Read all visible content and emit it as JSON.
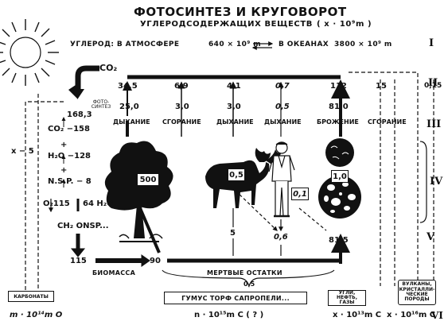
{
  "title": "ФОТОСИНТЕЗ И КРУГОВОРОТ",
  "subtitle": "УГЛЕРОДСОДЕРЖАЩИХ ВЕЩЕСТВ",
  "subtitle_unit": "( x · 10⁹m )",
  "carbon_row": {
    "label": "УГЛЕРОД: В АТМОСФЕРЕ",
    "atmosphere_value": "640 × 10⁹ m",
    "oceans_label": "В ОКЕАНАХ",
    "oceans_value": "3800 × 10⁹ m"
  },
  "co2_label": "CO₂",
  "levels": [
    "I",
    "II",
    "III",
    "IV",
    "V",
    "VI"
  ],
  "photosynthesis": {
    "value": "168,3",
    "label": "ФОТО- СИНТЕЗ",
    "co2": "CO₂ −158",
    "plus1": "+",
    "h2o": "H₂O −128",
    "plus2": "+",
    "nsp": "N.S.P. −  8",
    "o2": "O₂115",
    "h2o_out": "64 H₂O",
    "product": "CH₂ ONSP...",
    "biomass_value": "115",
    "biomass_label": "БИОМАССА",
    "dead_value": "90",
    "dead_label": "МЕРТВЫЕ ОСТАТКИ"
  },
  "left_side": {
    "flux": "x − 5",
    "carbonates_box": "КАРБОНАТЫ",
    "unit": "m · 10¹⁴m O"
  },
  "columns": [
    {
      "top": "34,5",
      "mid": "25,0",
      "process": "ДЫХАНИЕ",
      "box": "500"
    },
    {
      "top": "6,9",
      "mid": "3,0",
      "process": "СГОРАНИЕ"
    },
    {
      "top": "4,1",
      "mid": "3,0",
      "process": "ДЫХАНИЕ",
      "box": "0,5",
      "bottom": "5"
    },
    {
      "top": "0,7",
      "mid": "0,5",
      "process": "ДЫХАНИЕ",
      "box": "0,1",
      "bottom": "0,6"
    },
    {
      "top": "112",
      "mid": "81,0",
      "process": "БРОЖЕНИЕ",
      "box": "1,0",
      "bottom": "81,5"
    }
  ],
  "right_side": {
    "combustion_label": "СГОРАНИЕ",
    "value_15": "15",
    "value_015": "0,15"
  },
  "bottom_row": {
    "value_05": "0,5",
    "humus_box": "ГУМУС  ТОРФ  САПРОПЕЛИ...",
    "humus_unit": "n · 10¹⁵m C   ( ? )",
    "coal_box": "УГЛИ, НЕФТЬ, ГАЗЫ",
    "coal_unit": "x · 10¹³m C",
    "volcano_box": "ВУЛКАНЫ, КРИСТАЛЛИ- ЧЕСКИЕ ПОРОДЫ",
    "volcano_unit": "x · 10¹⁶m C",
    "level_vi": "VI"
  },
  "icons": [
    "sun-icon",
    "tree-icon",
    "moose-icon",
    "man-icon",
    "microbe-icon"
  ],
  "colors": {
    "ink": "#111111",
    "paper": "#ffffff"
  }
}
